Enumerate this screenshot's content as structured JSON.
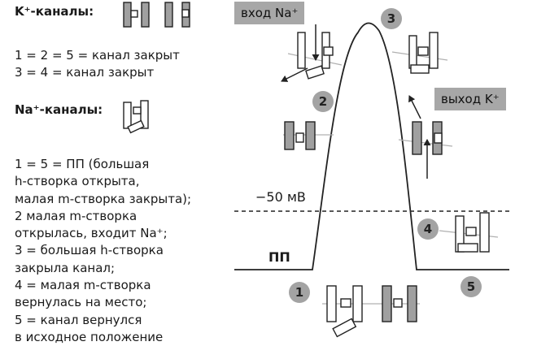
{
  "legend": {
    "k_title": "K⁺-каналы:",
    "k_line1": "1 = 2 = 5 = канал закрыт",
    "k_line2": "3 = 4 = канал закрыт",
    "na_title": "Na⁺-каналы:"
  },
  "description": [
    "1 = 5 = ПП (большая",
    "h-створка открыта,",
    "малая m-створка закрыта);",
    "2 малая m-створка",
    "открылась, входит Na⁺;",
    "3 = большая h-створка",
    "закрыла канал;",
    "4 = малая m-створка",
    "вернулась на место;",
    "5 = канал вернулся",
    "в исходное положение"
  ],
  "labels": {
    "na_in": "вход Na⁺",
    "k_out": "выход K⁺",
    "threshold": "−50 мВ",
    "resting": "ПП"
  },
  "steps": [
    "1",
    "2",
    "3",
    "4",
    "5"
  ],
  "colors": {
    "channel_gray": "#a0a0a0",
    "box_gray": "#a7a7a7",
    "line": "#222222",
    "membrane": "#b0b0b0"
  }
}
